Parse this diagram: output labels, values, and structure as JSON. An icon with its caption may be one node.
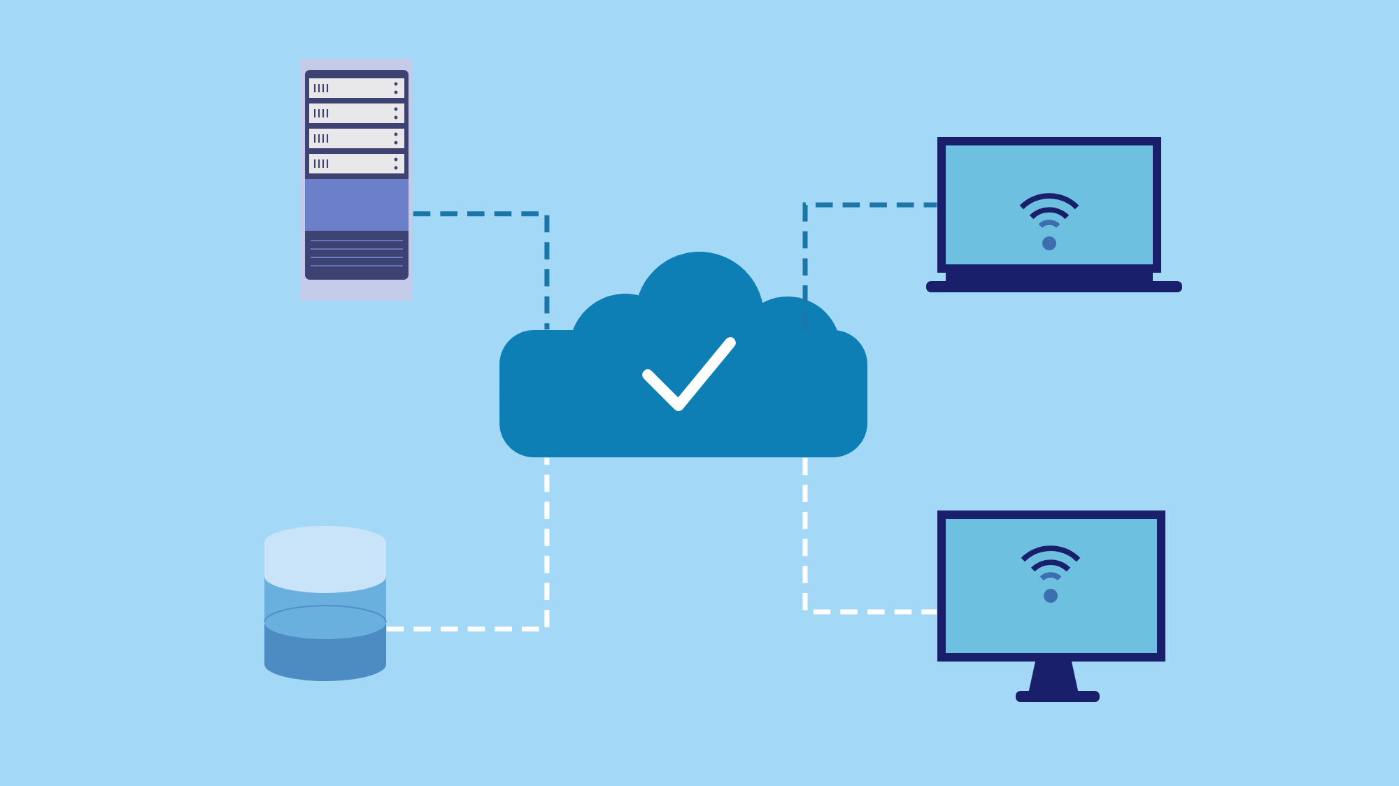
{
  "diagram": {
    "nodes": [
      {
        "text": [],
        "shape": "picture"
      },
      {
        "text": [],
        "shape": "cloud"
      },
      {
        "text": [],
        "shape": "picture"
      },
      {
        "text": [],
        "shape": "cylinder"
      },
      {
        "text": [],
        "shape": "picture"
      }
    ],
    "edges": [
      {
        "from": 0,
        "to": 1,
        "arrow": "none",
        "style": "dashed",
        "color": "#1b76a8"
      },
      {
        "from": 1,
        "to": 2,
        "arrow": "none",
        "style": "dashed",
        "color": "#1b76a8"
      },
      {
        "from": 3,
        "to": 1,
        "arrow": "none",
        "style": "dashed",
        "color": "#ffffff"
      },
      {
        "from": 1,
        "to": 4,
        "arrow": "none",
        "style": "dashed",
        "color": "#ffffff"
      }
    ]
  }
}
